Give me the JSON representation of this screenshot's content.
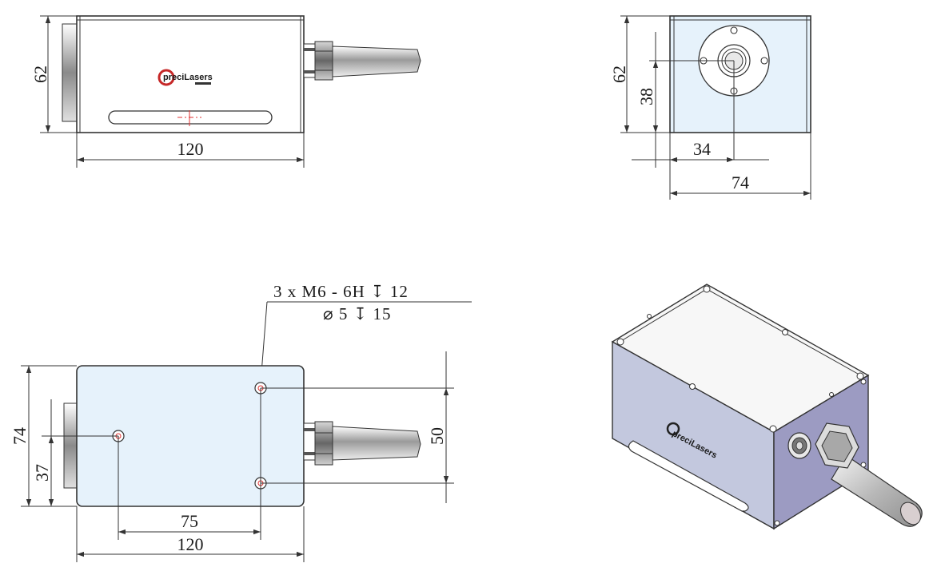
{
  "colors": {
    "face_fill": "#e6f2fb",
    "side_face": "#c3c8de",
    "top_face": "#f7f7f7",
    "front_face": "#9c9bc2",
    "outline": "#333333",
    "center_mark": "#e03030"
  },
  "brand": {
    "logo_text": "preciLasers"
  },
  "views": {
    "side": {
      "height_dim": "62",
      "length_dim": "120"
    },
    "end": {
      "height_dim": "62",
      "center_height_dim": "38",
      "center_offset_dim": "34",
      "width_dim": "74"
    },
    "bottom": {
      "note_line1": "3 x  M6 - 6H ↧ 12",
      "note_line2": "⌀  5 ↧ 15",
      "width_dim": "74",
      "hole_height_dim": "37",
      "hole_spacing_dim": "50",
      "hole_pitch_dim": "75",
      "length_dim": "120"
    }
  }
}
